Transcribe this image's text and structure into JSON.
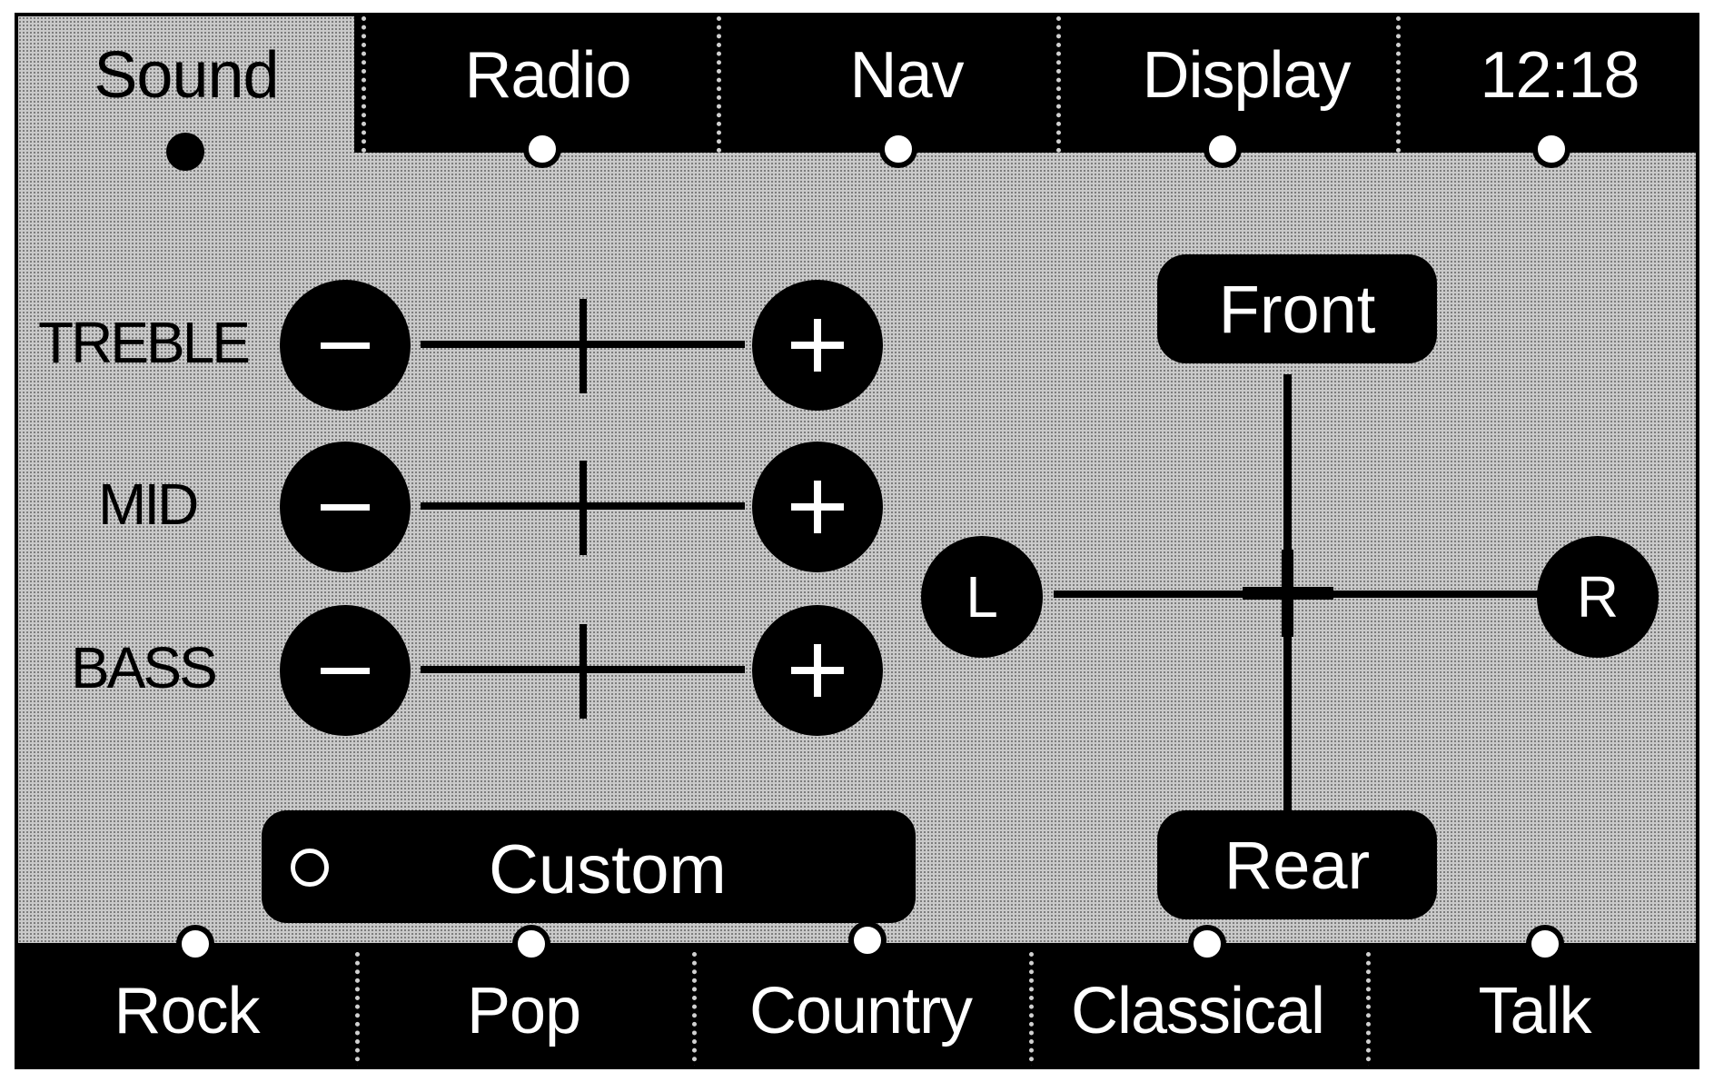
{
  "tabs": [
    {
      "label": "Sound",
      "active": true
    },
    {
      "label": "Radio",
      "active": false
    },
    {
      "label": "Nav",
      "active": false
    },
    {
      "label": "Display",
      "active": false
    }
  ],
  "clock": "12:18",
  "tone": {
    "treble": {
      "label": "TREBLE",
      "level": 0.5
    },
    "mid": {
      "label": "MID",
      "level": 0.5
    },
    "bass": {
      "label": "BASS",
      "level": 0.5
    }
  },
  "fade": {
    "front_label": "Front",
    "rear_label": "Rear",
    "level": 0.5
  },
  "balance": {
    "left_label": "L",
    "right_label": "R",
    "level": 0.5
  },
  "custom_label": "Custom",
  "presets": [
    "Rock",
    "Pop",
    "Country",
    "Classical",
    "Talk"
  ],
  "icons": {
    "decrease": "minus-icon",
    "increase": "plus-icon",
    "indicator": "radio-dot-icon"
  },
  "colors": {
    "foreground": "#000000",
    "background": "#c9c9c9",
    "text_on_dark": "#ffffff"
  }
}
